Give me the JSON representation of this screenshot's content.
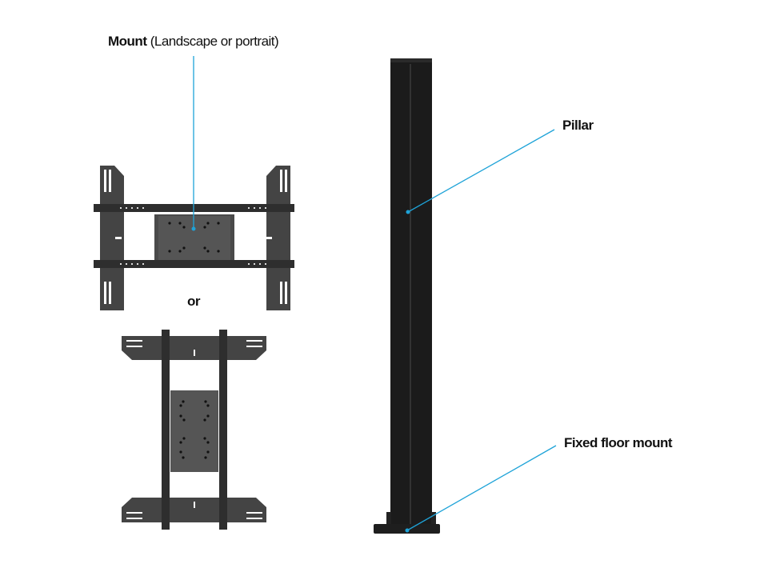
{
  "labels": {
    "mount_title": "Mount",
    "mount_subtitle": "(Landscape or portrait)",
    "or": "or",
    "pillar": "Pillar",
    "floor_mount": "Fixed floor mount"
  },
  "colors": {
    "callout": "#1ea3d8",
    "metal": "#3a3a3a",
    "pillar": "#1b1b1b"
  }
}
